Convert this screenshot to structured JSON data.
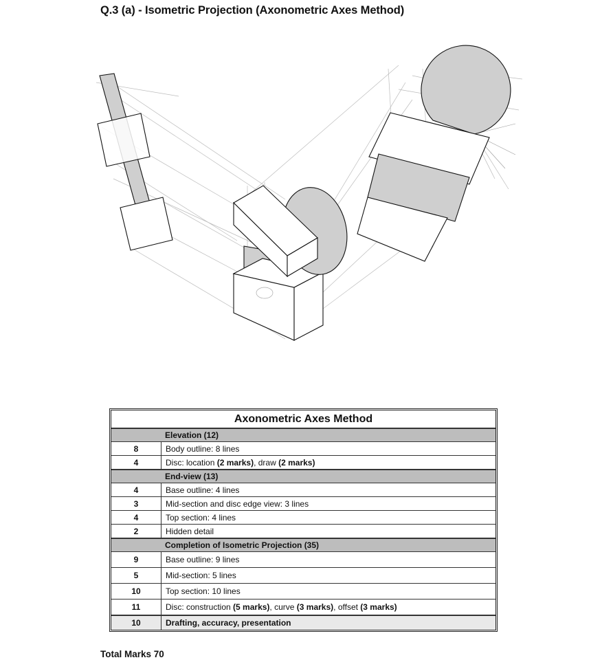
{
  "title": "Q.3 (a) - Isometric Projection (Axonometric Axes Method)",
  "table": {
    "heading": "Axonometric Axes Method",
    "sections": [
      {
        "label": "Elevation (12)",
        "items": [
          {
            "marks": "8",
            "text": [
              {
                "t": "Body outline: 8 lines"
              }
            ]
          },
          {
            "marks": "4",
            "text": [
              {
                "t": "Disc: location "
              },
              {
                "t": "(2 marks)",
                "b": true
              },
              {
                "t": ", draw "
              },
              {
                "t": "(2 marks)",
                "b": true
              }
            ]
          }
        ]
      },
      {
        "label": "End-view (13)",
        "items": [
          {
            "marks": "4",
            "text": [
              {
                "t": "Base outline: 4 lines"
              }
            ]
          },
          {
            "marks": "3",
            "text": [
              {
                "t": "Mid-section and disc edge view: 3 lines"
              }
            ]
          },
          {
            "marks": "4",
            "text": [
              {
                "t": "Top section: 4 lines"
              }
            ]
          },
          {
            "marks": "2",
            "text": [
              {
                "t": "Hidden detail"
              }
            ]
          }
        ]
      },
      {
        "label": "Completion of Isometric Projection (35)",
        "items": [
          {
            "marks": "9",
            "text": [
              {
                "t": "Base outline: 9 lines"
              }
            ]
          },
          {
            "marks": "5",
            "text": [
              {
                "t": "Mid-section: 5 lines"
              }
            ]
          },
          {
            "marks": "10",
            "text": [
              {
                "t": "Top section: 10 lines"
              }
            ]
          },
          {
            "marks": "11",
            "text": [
              {
                "t": "Disc: construction "
              },
              {
                "t": "(5 marks)",
                "b": true
              },
              {
                "t": ", curve "
              },
              {
                "t": "(3 marks)",
                "b": true
              },
              {
                "t": ", offset "
              },
              {
                "t": "(3 marks)",
                "b": true
              }
            ]
          }
        ]
      }
    ],
    "final": {
      "marks": "10",
      "text": "Drafting, accuracy, presentation"
    }
  },
  "total": "Total Marks 70"
}
